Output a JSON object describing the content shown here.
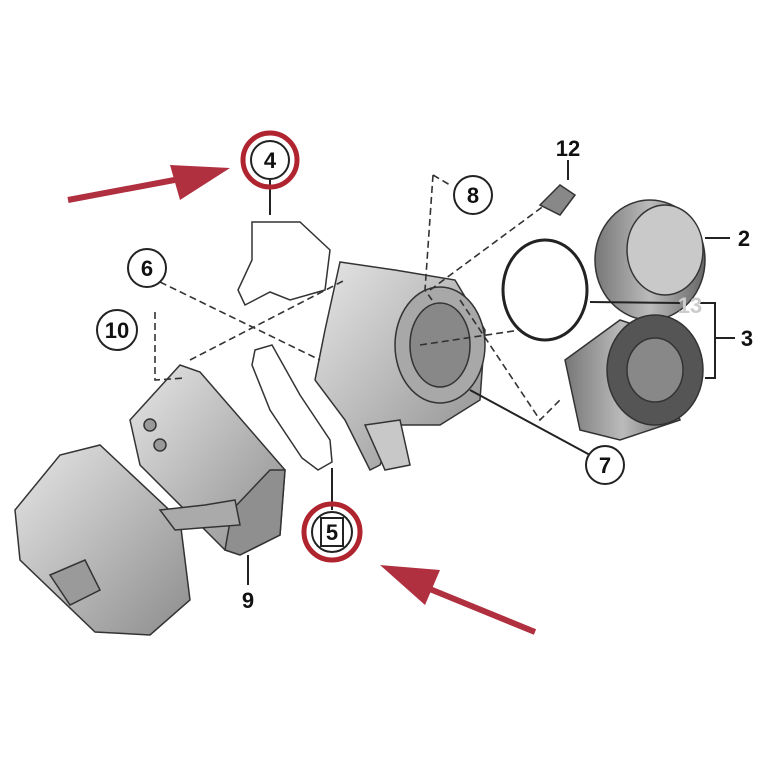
{
  "labels": {
    "l2": "2",
    "l3": "3",
    "l4": "4",
    "l5": "5",
    "l6": "6",
    "l7": "7",
    "l8": "8",
    "l9": "9",
    "l10": "10",
    "l12": "12",
    "l13": "13"
  },
  "colors": {
    "highlight": "#b0242f",
    "arrow": "#b03040",
    "faded_label": "#cccccc",
    "part_fill": "#b9b9b9"
  }
}
